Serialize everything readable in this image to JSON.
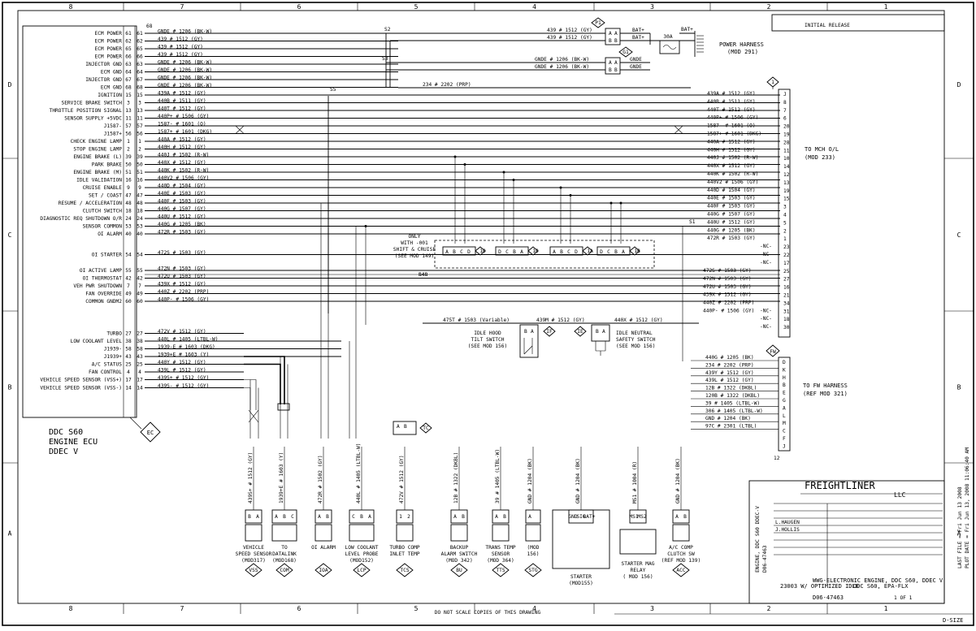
{
  "grid": {
    "columns": [
      "8",
      "7",
      "6",
      "5",
      "4",
      "3",
      "2",
      "1"
    ],
    "rows": [
      "D",
      "C",
      "B",
      "A"
    ]
  },
  "ecu": {
    "title_lines": [
      "DDC S60",
      "ENGINE ECU",
      "DDEC V"
    ],
    "tag": "EC",
    "header_pin": "68",
    "circuits": [
      {
        "label": "ECM POWER",
        "pin_a": "61",
        "pin_b": "61",
        "wire": "GNDE # 1206 (BK-W)"
      },
      {
        "label": "ECM POWER",
        "pin_a": "62",
        "pin_b": "62",
        "wire": "439 # 1512 (GY)"
      },
      {
        "label": "ECM POWER",
        "pin_a": "65",
        "pin_b": "65",
        "wire": "439 # 1512 (GY)"
      },
      {
        "label": "ECM POWER",
        "pin_a": "66",
        "pin_b": "66",
        "wire": "439 # 1512 (GY)"
      },
      {
        "label": "INJECTOR GND",
        "pin_a": "63",
        "pin_b": "63",
        "wire": "GNDE # 1206 (BK-W)"
      },
      {
        "label": "ECM GND",
        "pin_a": "64",
        "pin_b": "64",
        "wire": "GNDE # 1206 (BK-W)"
      },
      {
        "label": "INJECTOR GND",
        "pin_a": "67",
        "pin_b": "67",
        "wire": "GNDE # 1206 (BK-W)"
      },
      {
        "label": "ECM GND",
        "pin_a": "68",
        "pin_b": "68",
        "wire": "GNDE # 1206 (BK-W)"
      },
      {
        "label": "IGNITION",
        "pin_a": "15",
        "pin_b": "15",
        "wire": "439A # 1512 (GY)"
      },
      {
        "label": "SERVICE BRAKE SWITCH",
        "pin_a": "3",
        "pin_b": "3",
        "wire": "440B # 1511 (GY)"
      },
      {
        "label": "THROTTLE POSITION SIGNAL",
        "pin_a": "13",
        "pin_b": "13",
        "wire": "440T # 1512 (GY)"
      },
      {
        "label": "SENSOR SUPPLY +5VDC",
        "pin_a": "11",
        "pin_b": "11",
        "wire": "440P+ # 1506 (GY)"
      },
      {
        "label": "J1587-",
        "pin_a": "57",
        "pin_b": "57",
        "wire": "1587- # 1601 (O)"
      },
      {
        "label": "J1587+",
        "pin_a": "56",
        "pin_b": "56",
        "wire": "1587+ # 1601 (DKG)"
      },
      {
        "label": "CHECK ENGINE LAMP",
        "pin_a": "1",
        "pin_b": "1",
        "wire": "440A # 1512 (GY)"
      },
      {
        "label": "STOP ENGINE LAMP",
        "pin_a": "2",
        "pin_b": "2",
        "wire": "440H # 1512 (GY)"
      },
      {
        "label": "ENGINE BRAKE (L)",
        "pin_a": "39",
        "pin_b": "39",
        "wire": "440J # 1502 (R-W)"
      },
      {
        "label": "PARK BRAKE",
        "pin_a": "50",
        "pin_b": "50",
        "wire": "440X # 1512 (GY)"
      },
      {
        "label": "ENGINE BRAKE (M)",
        "pin_a": "51",
        "pin_b": "51",
        "wire": "440K # 1502 (R-W)"
      },
      {
        "label": "IDLE VALIDATION",
        "pin_a": "16",
        "pin_b": "16",
        "wire": "440V2 # 1506 (GY)"
      },
      {
        "label": "CRUISE ENABLE",
        "pin_a": "9",
        "pin_b": "9",
        "wire": "440D # 1504 (GY)"
      },
      {
        "label": "SET / COAST",
        "pin_a": "47",
        "pin_b": "47",
        "wire": "440E # 1503 (GY)"
      },
      {
        "label": "RESUME / ACCELERATION",
        "pin_a": "48",
        "pin_b": "48",
        "wire": "440F # 1503 (GY)"
      },
      {
        "label": "CLUTCH SWITCH",
        "pin_a": "18",
        "pin_b": "18",
        "wire": "440G # 1507 (GY)"
      },
      {
        "label": "DIAGNOSTIC REQ SHUTDOWN O/R",
        "pin_a": "24",
        "pin_b": "24",
        "wire": "440U # 1512 (GY)"
      },
      {
        "label": "SENSOR COMMON",
        "pin_a": "53",
        "pin_b": "53",
        "wire": "440G # 1205 (BK)"
      },
      {
        "label": "OI ALARM",
        "pin_a": "40",
        "pin_b": "40",
        "wire": "472R # 1503 (GY)"
      },
      {
        "label": "OI STARTER",
        "pin_a": "54",
        "pin_b": "54",
        "wire": "472S # 1503 (GY)"
      },
      {
        "label": "OI ACTIVE LAMP",
        "pin_a": "55",
        "pin_b": "55",
        "wire": "472N # 1503 (GY)"
      },
      {
        "label": "OI THERMOSTAT",
        "pin_a": "42",
        "pin_b": "42",
        "wire": "472U # 1503 (GY)"
      },
      {
        "label": "VEH PWR SHUTDOWN",
        "pin_a": "7",
        "pin_b": "7",
        "wire": "439X # 1512 (GY)"
      },
      {
        "label": "FAN OVERRIDE",
        "pin_a": "49",
        "pin_b": "49",
        "wire": "440Z # 2202 (PRP)"
      },
      {
        "label": "COMMON GNDM2",
        "pin_a": "60",
        "pin_b": "60",
        "wire": "440P- # 1506 (GY)"
      },
      {
        "label": "TURBO",
        "pin_a": "27",
        "pin_b": "27",
        "wire": "472V # 1512 (GY)"
      },
      {
        "label": "LOW COOLANT LEVEL",
        "pin_a": "38",
        "pin_b": "38",
        "wire": "440L # 1405 (LTBL-W)"
      },
      {
        "label": "J1939-",
        "pin_a": "58",
        "pin_b": "58",
        "wire": "1939-E # 1603 (DKG)"
      },
      {
        "label": "J1939+",
        "pin_a": "43",
        "pin_b": "43",
        "wire": "1939+E # 1603 (Y)"
      },
      {
        "label": "A/C STATUS",
        "pin_a": "25",
        "pin_b": "25",
        "wire": "440Y # 1512 (GY)"
      },
      {
        "label": "FAN CONTROL",
        "pin_a": "4",
        "pin_b": "4",
        "wire": "439L # 1512 (GY)"
      },
      {
        "label": "VEHICLE SPEED SENSOR (VSS+)",
        "pin_a": "17",
        "pin_b": "17",
        "wire": "439S+ # 1512 (GY)"
      },
      {
        "label": "VEHICLE SPEED SENSOR (VSS-)",
        "pin_a": "14",
        "pin_b": "14",
        "wire": "439S- # 1512 (GY)"
      }
    ]
  },
  "splices": [
    "S2",
    "S3",
    "S5",
    "S1",
    "S48"
  ],
  "cruise_note": [
    "ONLY",
    "WITH -001",
    "SHIFT & CRUISE",
    "(SEE MOD 149)"
  ],
  "cruise_switches": [
    {
      "pins": [
        "A",
        "B",
        "C",
        "D"
      ],
      "tag": "10"
    },
    {
      "pins": [
        "D",
        "C",
        "B",
        "A"
      ],
      "tag": "10"
    },
    {
      "pins": [
        "A",
        "B",
        "C",
        "D"
      ],
      "tag": "1A"
    },
    {
      "pins": [
        "D",
        "C",
        "B",
        "A"
      ],
      "tag": "1B"
    }
  ],
  "power_harness": {
    "title_lines": [
      "POWER HARNESS",
      "(MOD 291)"
    ],
    "wire_top": "439 # 1512 (GY)",
    "wire_bot": "439 # 1512 (GY)",
    "gnd_top": "GNDE # 1206 (BK-W)",
    "gnd_bot": "GNDE # 1206 (BK-W)",
    "bat_label": "BAT+",
    "gnde_label": "GNDE",
    "fuse": "30A",
    "conn_p1": "P1",
    "conn_g1": "G1",
    "pins": [
      "A",
      "B"
    ],
    "mid_wire": "234 # 2202 (PRP)"
  },
  "mch_connector": {
    "tag": "1",
    "title_lines": [
      "TO MCH O/L",
      "(MOD 233)"
    ],
    "pins": [
      "J",
      "8",
      "7",
      "6",
      "20",
      "19",
      "28",
      "11",
      "10",
      "14",
      "12",
      "13",
      "19",
      "15",
      "3",
      "4",
      "5",
      "2",
      "1",
      "23",
      "22",
      "17",
      "25",
      "27",
      "16",
      "21",
      "34",
      "31",
      "18",
      "30",
      "24"
    ],
    "extra": [
      "-NC-",
      "-NC-",
      "-NC-",
      "-NC-",
      "-NC-",
      "-NC-"
    ]
  },
  "fw_connector": {
    "tag": "FW",
    "title_lines": [
      "TO FW HARNESS",
      "(REF MOD 321)"
    ],
    "pins": [
      "D",
      "K",
      "H",
      "B",
      "E",
      "G",
      "A",
      "L",
      "M",
      "C",
      "F",
      "J"
    ],
    "count_label": "12",
    "wires": [
      "440G # 1205 (BK)",
      "234 # 2202 (PRP)",
      "439Y # 1512 (GY)",
      "439L # 1512 (GY)",
      "12B # 1322 (DKBL)",
      "120B # 1322 (DKBL)",
      "39 # 1405 (LTBL-W)",
      "306 # 1405 (LTBL-W)",
      "GND # 1204 (BK)",
      "97C # 2301 (LTBL)"
    ]
  },
  "mid_row": {
    "b48": "B48",
    "wire1": "475T # 1503 (Variable)",
    "wire2": "439M # 1512 (GY)",
    "wire3": "440X # 1512 (GY)",
    "idle_hood": [
      "IDLE HOOD",
      "TILT SWITCH",
      "(SEE MOD 156)"
    ],
    "idle_neutral": [
      "IDLE NEUTRAL",
      "SAFETY SWITCH",
      "(SEE MOD 156)"
    ],
    "switch_tags": [
      "IF",
      "IE"
    ]
  },
  "components": [
    {
      "name": "VEHICLE",
      "sub": "SPEED SENSOR",
      "ref": "(MOD317)",
      "tag": "VSS",
      "pins": [
        "B",
        "A"
      ]
    },
    {
      "name": "TO",
      "sub": "DATALINK",
      "ref": "(MOD168)",
      "tag": "COM",
      "pins": [
        "A",
        "B",
        "C"
      ]
    },
    {
      "name": "OI ALARM",
      "sub": "",
      "ref": "",
      "tag": "IOA",
      "pins": [
        "A",
        "B"
      ]
    },
    {
      "name": "LOW COOLANT",
      "sub": "LEVEL PROBE",
      "ref": "(MOD152)",
      "tag": "LCP",
      "pins": [
        "C",
        "B",
        "A"
      ]
    },
    {
      "name": "TURBO COMP",
      "sub": "INLET TEMP",
      "ref": "",
      "tag": "TCS",
      "pins": [
        "1",
        "2"
      ]
    },
    {
      "name": "BACKUP",
      "sub": "ALARM SWITCH",
      "ref": "(MOD 342)",
      "tag": "BU",
      "pins": [
        "A",
        "B"
      ]
    },
    {
      "name": "TRANS TEMP",
      "sub": "SENSOR",
      "ref": "(MOD 364)",
      "tag": "TTS",
      "pins": [
        "A",
        "B"
      ]
    },
    {
      "name": "(MOD",
      "sub": "156)",
      "ref": "",
      "tag": "STG",
      "pins": [
        "A"
      ]
    },
    {
      "name": "STARTER",
      "sub": "(MOD155)",
      "ref": "",
      "tag": "",
      "pins": [
        "GND",
        "SIG",
        "BAT+"
      ]
    },
    {
      "name": "STARTER MAG",
      "sub": "RELAY",
      "ref": "( MOD 156)",
      "tag": "",
      "pins": [
        "MS1",
        "MS2"
      ]
    },
    {
      "name": "A/C COMP",
      "sub": "CLUTCH SW",
      "ref": "(REF MOD 139)",
      "tag": "ACC",
      "pins": [
        "A",
        "B"
      ]
    }
  ],
  "tc_tag": "TC",
  "title_block": {
    "company": "FREIGHTLINER",
    "company_sub": "LLC",
    "title": "WWG-ELECTRONIC ENGINE, DDC S60, DDEC V",
    "subtitle": "ENGINE, DDC S60 DDEC-V",
    "drawing_no": "D06-47463",
    "option": "23003 W/ OPTIMIZED IDLE",
    "option_right": "DDC S60, EPA-FLX",
    "sheet": "1 OF 1",
    "release": "INITIAL RELEASE",
    "drawn_by": "L.HAUGEN",
    "checked": "J.HOLLIS",
    "size": "D-SIZE",
    "plot_date": "PLOT DATE = Fri Jun 13, 2008 11:06:40 AM",
    "last_file": "LAST FILE = Fri Jun 13 2008",
    "note": "DO NOT SCALE COPIES OF THIS DRAWING"
  }
}
